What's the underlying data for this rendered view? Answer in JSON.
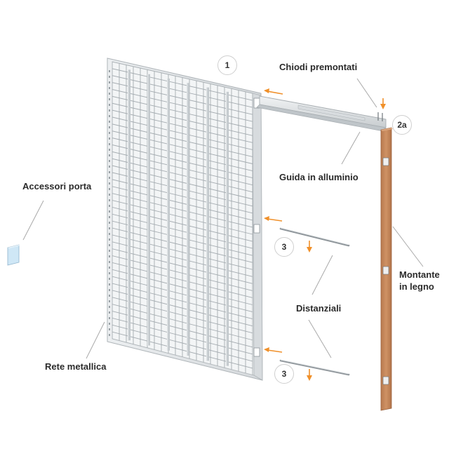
{
  "labels": {
    "chiodi": "Chiodi premontati",
    "guida": "Guida in alluminio",
    "accessori": "Accessori porta",
    "montante_line1": "Montante",
    "montante_line2": "in legno",
    "distanziali": "Distanziali",
    "rete": "Rete metallica"
  },
  "badges": {
    "one": "1",
    "two_a": "2a",
    "three_top": "3",
    "three_bottom": "3"
  },
  "colors": {
    "arrow": "#f0902a",
    "wood": "#c6875a",
    "frame": "#e3e6e8",
    "leader": "#a9a9a9"
  }
}
